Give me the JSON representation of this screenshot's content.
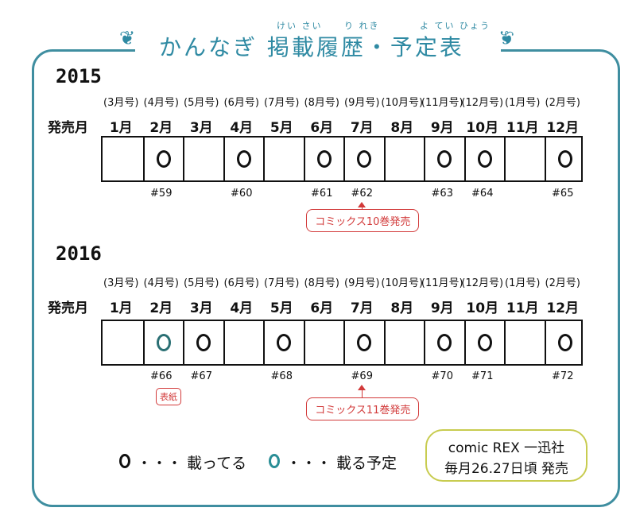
{
  "header": {
    "title": "かんなぎ 掲載履歴・予定表",
    "ruby_keisai": "けい さい",
    "ruby_rireki": "り れき",
    "ruby_yoteihyou": "よ てい ひょう"
  },
  "row_label": "発売月",
  "years": [
    {
      "year": "2015",
      "issues": [
        "(3月号)",
        "(4月号)",
        "(5月号)",
        "(6月号)",
        "(7月号)",
        "(8月号)",
        "(9月号)",
        "(10月号)",
        "(11月号)",
        "(12月号)",
        "(1月号)",
        "(2月号)"
      ],
      "months": [
        "1月",
        "2月",
        "3月",
        "4月",
        "5月",
        "6月",
        "7月",
        "8月",
        "9月",
        "10月",
        "11月",
        "12月"
      ],
      "marks": [
        "",
        "published",
        "",
        "published",
        "",
        "published",
        "published",
        "",
        "published",
        "published",
        "",
        "published"
      ],
      "numbers": [
        "",
        "#59",
        "",
        "#60",
        "",
        "#61",
        "#62",
        "",
        "#63",
        "#64",
        "",
        "#65"
      ],
      "callout": "コミックス10巻発売"
    },
    {
      "year": "2016",
      "issues": [
        "(3月号)",
        "(4月号)",
        "(5月号)",
        "(6月号)",
        "(7月号)",
        "(8月号)",
        "(9月号)",
        "(10月号)",
        "(11月号)",
        "(12月号)",
        "(1月号)",
        "(2月号)"
      ],
      "months": [
        "1月",
        "2月",
        "3月",
        "4月",
        "5月",
        "6月",
        "7月",
        "8月",
        "9月",
        "10月",
        "11月",
        "12月"
      ],
      "marks": [
        "",
        "planned",
        "published",
        "",
        "published",
        "",
        "published",
        "",
        "published",
        "published",
        "",
        "published"
      ],
      "numbers": [
        "",
        "#66",
        "#67",
        "",
        "#68",
        "",
        "#69",
        "",
        "#70",
        "#71",
        "",
        "#72"
      ],
      "callout": "コミックス11巻発売",
      "cover_note": "表紙"
    }
  ],
  "legend": {
    "published": "・・・ 載ってる",
    "planned": "・・・ 載る予定",
    "published_color": "#111111",
    "planned_color": "#2a8e96"
  },
  "publisher": {
    "line1": "comic REX 一迅社",
    "line2": "毎月26.27日頃 発売"
  },
  "colors": {
    "frame": "#3f8ea0",
    "title": "#2f8aa3",
    "callout": "#d23a3a",
    "publisher_box": "#c8cc50"
  }
}
